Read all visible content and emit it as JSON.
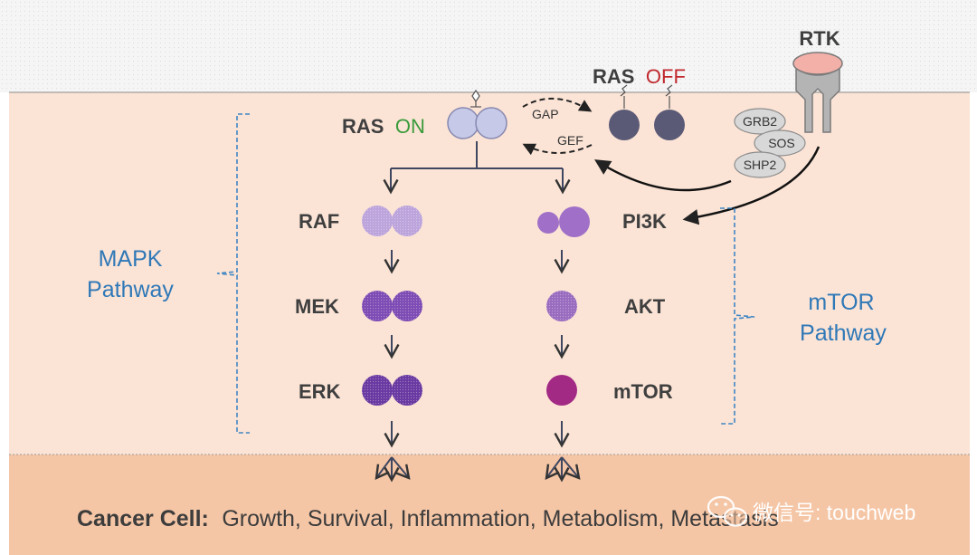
{
  "labels": {
    "rtk": "RTK",
    "ras_on_prefix": "RAS",
    "ras_on_state": "ON",
    "ras_off_prefix": "RAS",
    "ras_off_state": "OFF",
    "gap": "GAP",
    "gef": "GEF",
    "grb2": "GRB2",
    "sos": "SOS",
    "shp2": "SHP2",
    "raf": "RAF",
    "mek": "MEK",
    "erk": "ERK",
    "pi3k": "PI3K",
    "akt": "AKT",
    "mtor": "mTOR",
    "mapk_line1": "MAPK",
    "mapk_line2": "Pathway",
    "mtor_line1": "mTOR",
    "mtor_line2": "Pathway"
  },
  "footer": {
    "label": "Cancer Cell:",
    "outcomes": "Growth, Survival, Inflammation, Metabolism, Metastasis"
  },
  "watermark": {
    "text": "微信号: touchweb"
  },
  "colors": {
    "on": "#3a9a3a",
    "off": "#c0282d",
    "pathway_label": "#2f78b7",
    "membrane": "#f5f5f5",
    "cytoplasm": "#fbe4d6",
    "nucleus": "#f4c4a4",
    "ras_on": "#c4c8e8",
    "ras_off": "#5a5a78",
    "raf": "#b8a0d8",
    "mek": "#7e4cb4",
    "erk": "#6a3aa2",
    "pi3k": "#a070c8",
    "akt": "#9a6cc0",
    "mtor_node": "#a22a84"
  }
}
